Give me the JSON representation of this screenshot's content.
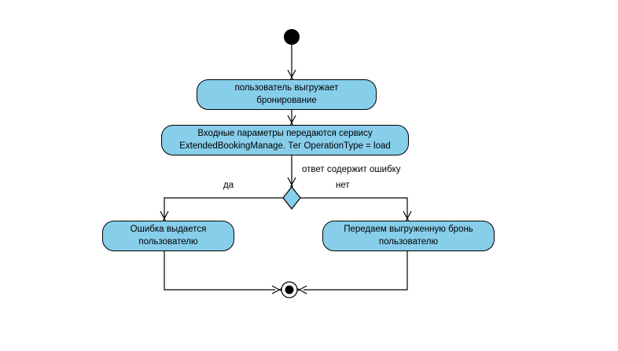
{
  "diagram": {
    "type": "uml-activity-diagram",
    "colors": {
      "background": "#FFFFFF",
      "node_fill": "#87CEEB",
      "node_border": "#000000",
      "line": "#000000",
      "text": "#000000"
    },
    "icons": {
      "start": "initial-node-filled-circle",
      "final": "final-node-bullseye",
      "decision": "decision-diamond",
      "arrowhead": "open-v-arrow"
    },
    "activities": [
      {
        "label": "пользователь выгружает бронирование"
      },
      {
        "label": "Входные параметры передаются сервису\nExtendedBookingManage. Тег OperationType = load"
      },
      {
        "label": "Ошибка выдается\nпользователю"
      },
      {
        "label": "Передаем выгруженную бронь\nпользователю"
      }
    ],
    "decision": {
      "guard_label": "ответ содержит ошибку",
      "branch_yes": "да",
      "branch_no": "нет"
    }
  }
}
